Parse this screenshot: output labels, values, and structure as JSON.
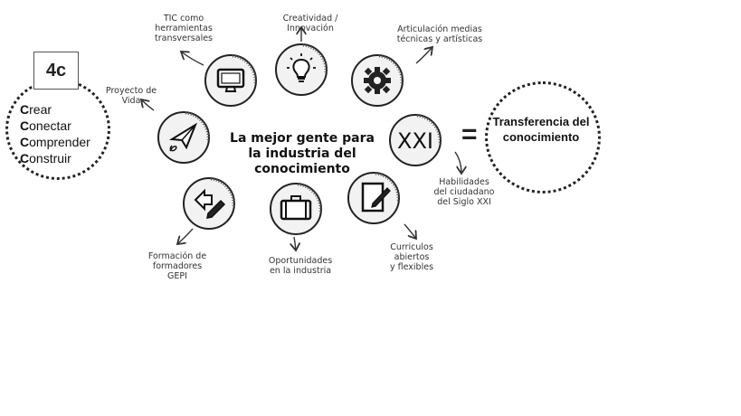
{
  "four_c": {
    "badge": "4c",
    "items": [
      {
        "initial": "C",
        "rest": "rear"
      },
      {
        "initial": "C",
        "rest": "onectar"
      },
      {
        "initial": "C",
        "rest": "omprender"
      },
      {
        "initial": "C",
        "rest": "onstruir"
      }
    ]
  },
  "center": {
    "line1": "La mejor gente para",
    "line2": "la industria del conocimiento"
  },
  "nodes": {
    "tic": {
      "label1": "TIC como",
      "label2": "herramientas",
      "label3": "transversales",
      "icon": "monitor-icon"
    },
    "creatividad": {
      "label1": "Creatividad / Innovación",
      "icon": "lightbulb-icon"
    },
    "articulacion": {
      "label1": "Articulación medias",
      "label2": "técnicas y artísticas",
      "icon": "gear-icon"
    },
    "proyecto": {
      "label1": "Proyecto de Vida",
      "icon": "paper-plane-icon"
    },
    "xxi": {
      "label1": "Habilidades",
      "label2": "del ciudadano",
      "label3": "del Siglo XXI",
      "glyph": "XXI"
    },
    "gepi": {
      "label1": "Formación de formadores",
      "label2": "GEPI",
      "icon": "pencil-hand-icon"
    },
    "oportunidades": {
      "label1": "Oportunidades",
      "label2": "en la industria",
      "icon": "briefcase-icon"
    },
    "curriculos": {
      "label1": "Curriculos abiertos",
      "label2": "y flexibles",
      "icon": "document-pencil-icon"
    }
  },
  "equals": "=",
  "result": {
    "line1": "Transferencia del",
    "line2": "conocimiento"
  }
}
